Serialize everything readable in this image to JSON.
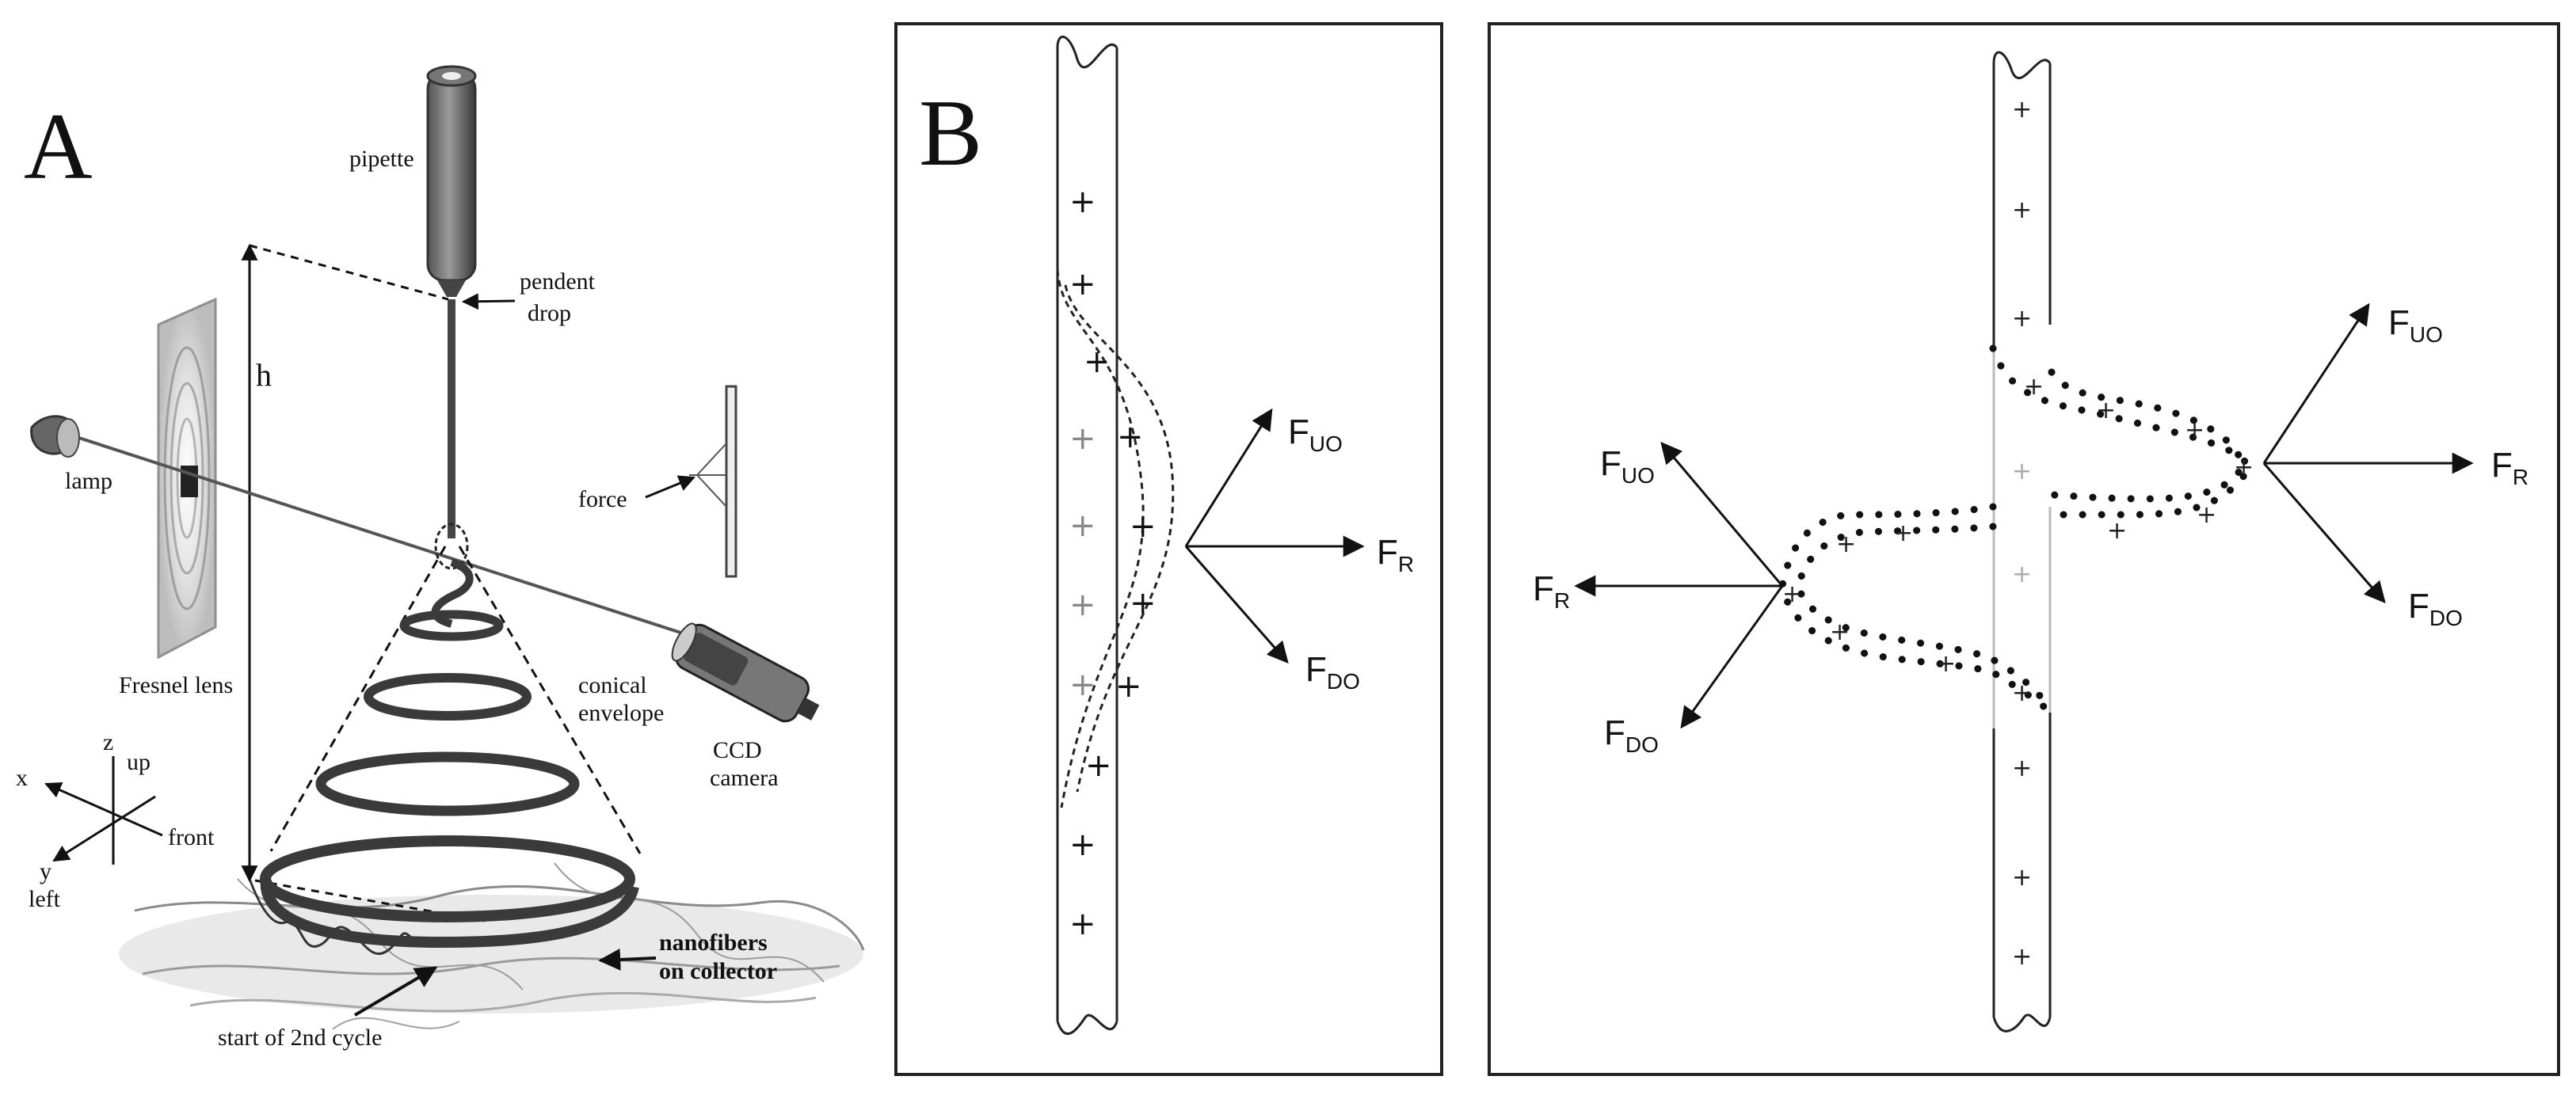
{
  "panel_a": {
    "letter": "A",
    "labels": {
      "pipette": "pipette",
      "pendent_drop_1": "pendent",
      "pendent_drop_2": "drop",
      "h": "h",
      "lamp": "lamp",
      "force": "force",
      "fresnel_lens": "Fresnel lens",
      "conical_envelope_1": "conical",
      "conical_envelope_2": "envelope",
      "ccd_camera_1": "CCD",
      "ccd_camera_2": "camera",
      "axis_x": "x",
      "axis_z": "z",
      "axis_up": "up",
      "axis_front": "front",
      "axis_y": "y",
      "axis_left": "left",
      "nanofibers_1": "nanofibers",
      "nanofibers_2": "on collector",
      "start_2nd_cycle": "start of 2nd cycle"
    }
  },
  "panel_b": {
    "letter": "B",
    "forces": {
      "fuo": {
        "main": "F",
        "sub": "UO"
      },
      "fr": {
        "main": "F",
        "sub": "R"
      },
      "fdo": {
        "main": "F",
        "sub": "DO"
      }
    }
  },
  "panel_c": {
    "forces_right": {
      "fuo": {
        "main": "F",
        "sub": "UO"
      },
      "fr": {
        "main": "F",
        "sub": "R"
      },
      "fdo": {
        "main": "F",
        "sub": "DO"
      }
    },
    "forces_left": {
      "fuo": {
        "main": "F",
        "sub": "UO"
      },
      "fr": {
        "main": "F",
        "sub": "R"
      },
      "fdo": {
        "main": "F",
        "sub": "DO"
      }
    }
  }
}
